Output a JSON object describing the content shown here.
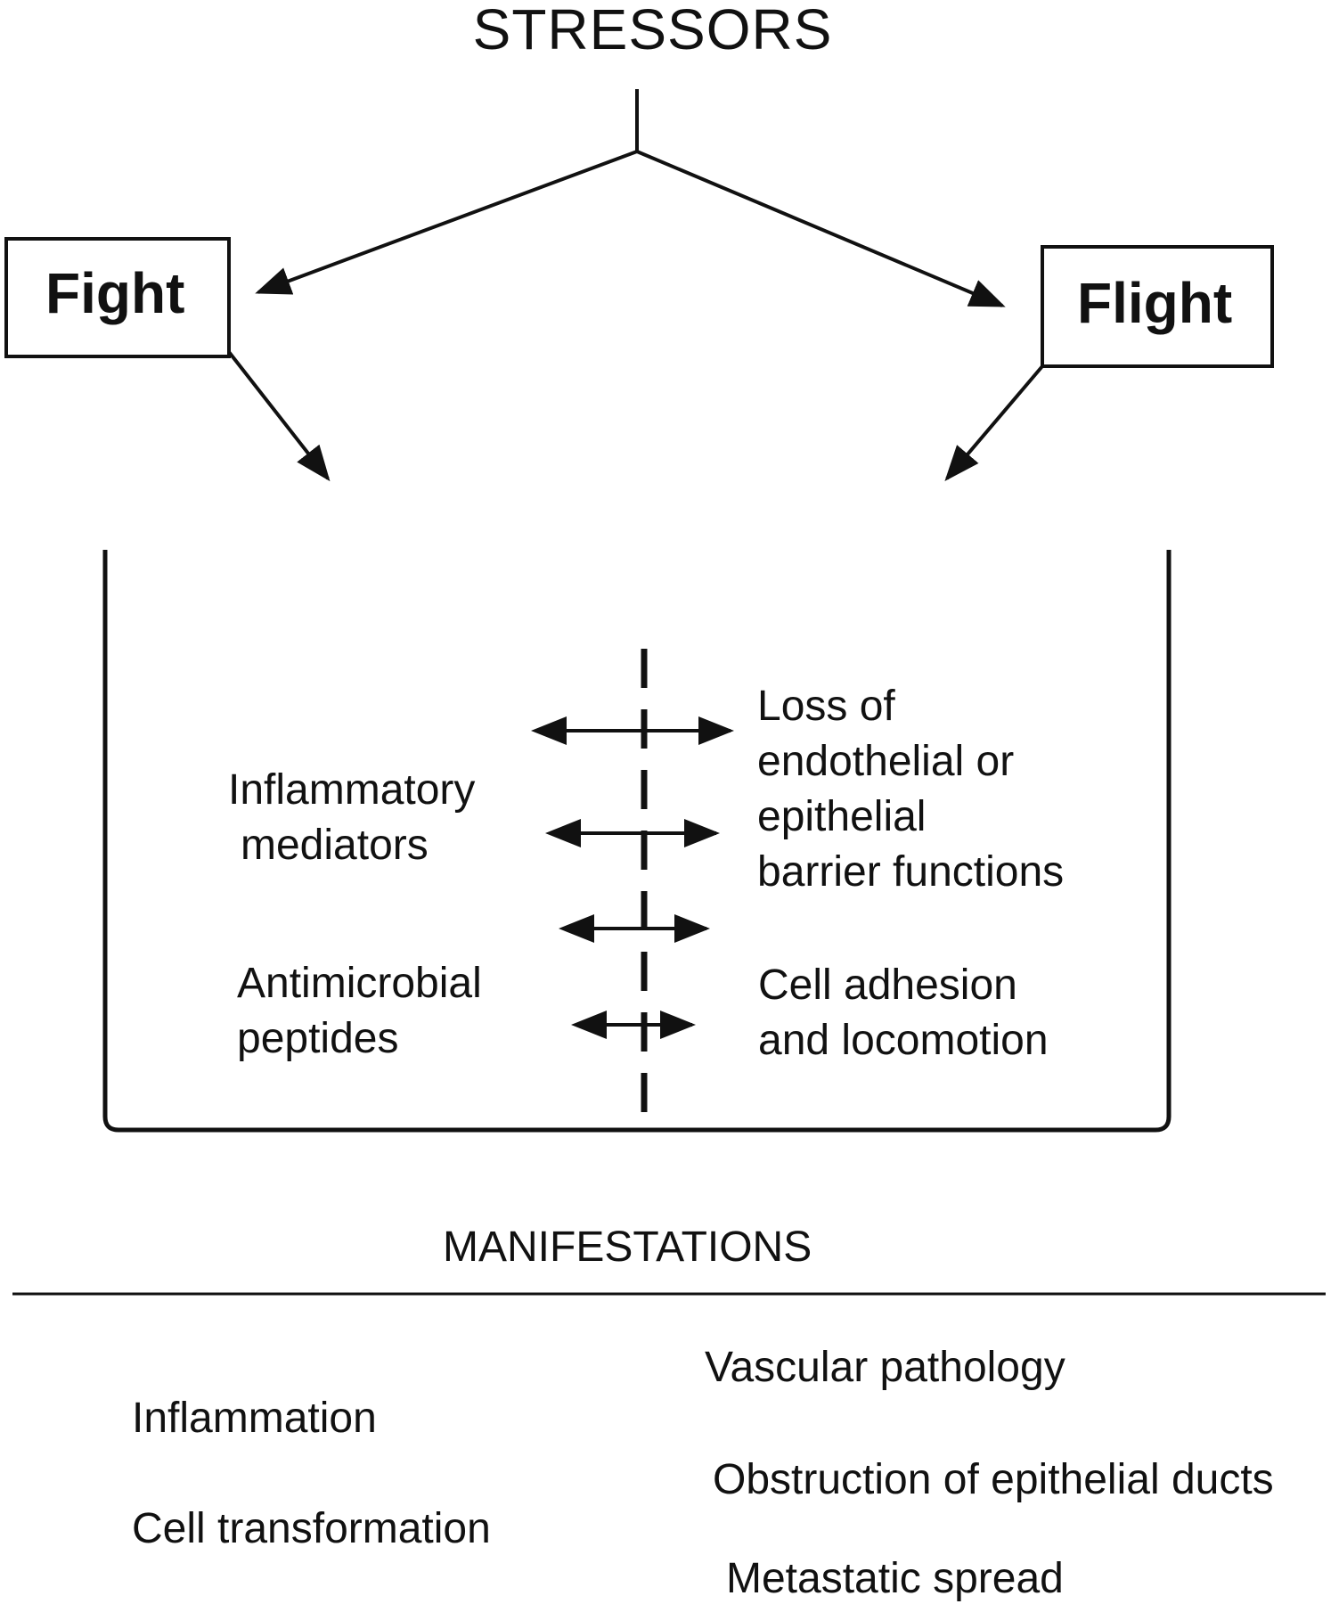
{
  "title": "STRESSORS",
  "branches": {
    "fight": "Fight",
    "flight": "Flight"
  },
  "left_factors": {
    "inflammatory": [
      "Inflammatory",
      "mediators"
    ],
    "antimicrobial": [
      "Antimicrobial",
      "peptides"
    ]
  },
  "right_factors": {
    "barrier": [
      "Loss of",
      "endothelial or",
      "epithelial",
      "barrier functions"
    ],
    "adhesion": [
      "Cell adhesion",
      "and locomotion"
    ]
  },
  "section_heading": "MANIFESTATIONS",
  "manifestations": {
    "left": [
      "Inflammation",
      "Cell transformation"
    ],
    "right": [
      "Vascular pathology",
      "Obstruction of epithelial ducts",
      "Metastatic spread"
    ]
  }
}
